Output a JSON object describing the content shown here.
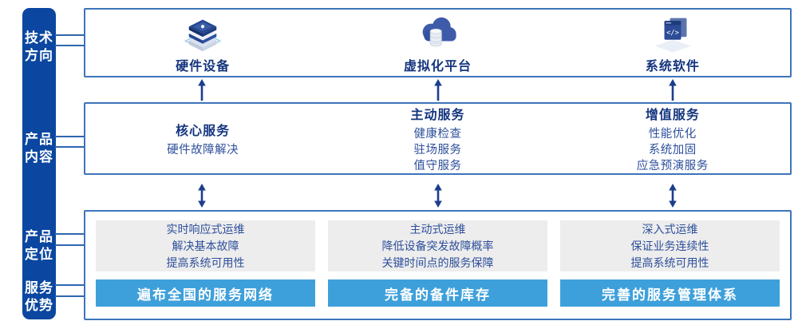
{
  "colors": {
    "sidebar_blue": "#0B47A0",
    "panel_border_blue": "#3D74BA",
    "heading_navy": "#14357F",
    "body_blue": "#2E4F9B",
    "banner_blue": "#3EA0DB",
    "gray_box": "#EDEDED",
    "arrow_navy": "#1B3E8C"
  },
  "sidebar": {
    "items": [
      {
        "label": "技术\n方向"
      },
      {
        "label": "产品\n内容"
      },
      {
        "label": "产品\n定位"
      },
      {
        "label": "服务\n优势"
      }
    ]
  },
  "tech_direction": {
    "items": [
      {
        "label": "硬件设备",
        "icon": "server-stack-icon"
      },
      {
        "label": "虚拟化平台",
        "icon": "cloud-platform-icon"
      },
      {
        "label": "系统软件",
        "icon": "software-window-icon"
      }
    ]
  },
  "product_content": {
    "columns": [
      {
        "heading": "核心服务",
        "items": [
          "硬件故障解决"
        ]
      },
      {
        "heading": "主动服务",
        "items": [
          "健康检查",
          "驻场服务",
          "值守服务"
        ]
      },
      {
        "heading": "增值服务",
        "items": [
          "性能优化",
          "系统加固",
          "应急预演服务"
        ]
      }
    ]
  },
  "product_position": {
    "columns": [
      {
        "lines": "实时响应式运维\n解决基本故障\n提高系统可用性",
        "banner": "遍布全国的服务网络"
      },
      {
        "lines": "主动式运维\n降低设备突发故障概率\n关键时间点的服务保障",
        "banner": "完备的备件库存"
      },
      {
        "lines": "深入式运维\n保证业务连续性\n提高系统可用性",
        "banner": "完善的服务管理体系"
      }
    ]
  }
}
